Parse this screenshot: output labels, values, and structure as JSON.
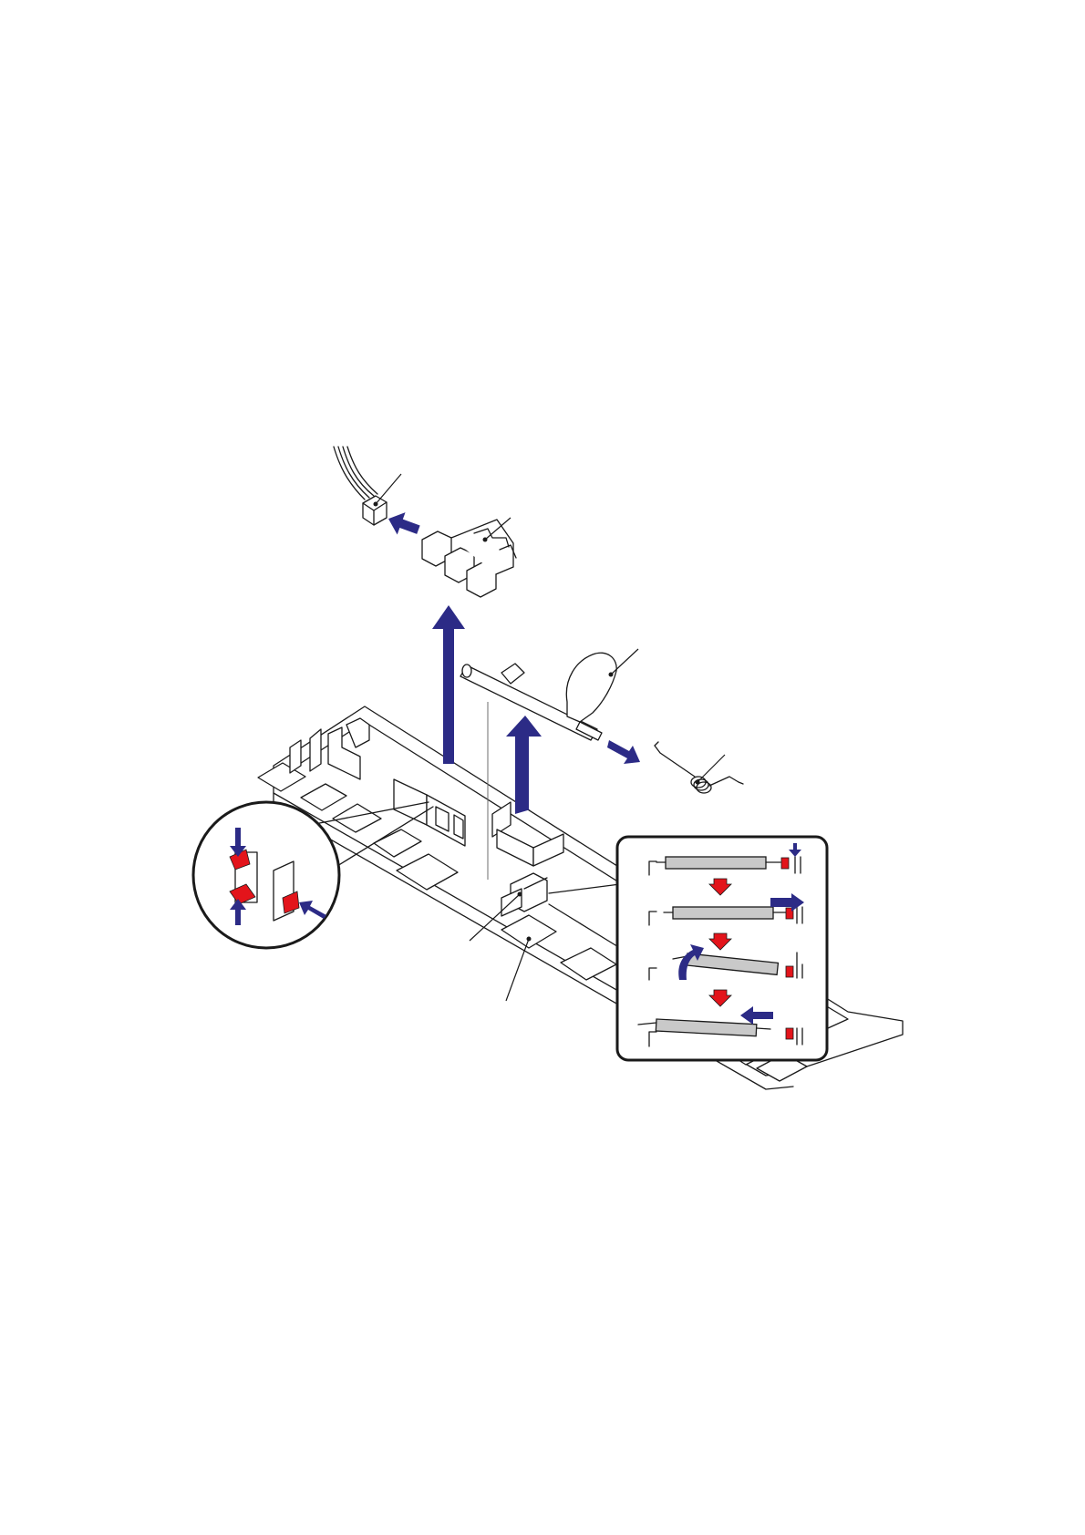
{
  "figure": {
    "background": "#ffffff",
    "colors": {
      "motion_arrow": "#2c2b86",
      "latch_highlight": "#e3141b",
      "line_art": "#1a1a1a",
      "roller_fill": "#c9c9c9"
    },
    "parts": [
      {
        "name": "connector-with-harness",
        "icon": "connector-icon"
      },
      {
        "name": "sensor-holder",
        "icon": "sensor-holder-icon"
      },
      {
        "name": "sensor-actuator-shaft",
        "icon": "actuator-shaft-icon"
      },
      {
        "name": "torsion-spring",
        "icon": "spring-icon"
      },
      {
        "name": "sensor-lever-hook"
      },
      {
        "name": "base-frame",
        "icon": "frame-icon"
      }
    ],
    "callouts": [
      {
        "name": "hook-release-detail",
        "shape": "circle"
      },
      {
        "name": "shaft-removal-steps",
        "shape": "rounded-rectangle",
        "steps": 4
      }
    ]
  }
}
